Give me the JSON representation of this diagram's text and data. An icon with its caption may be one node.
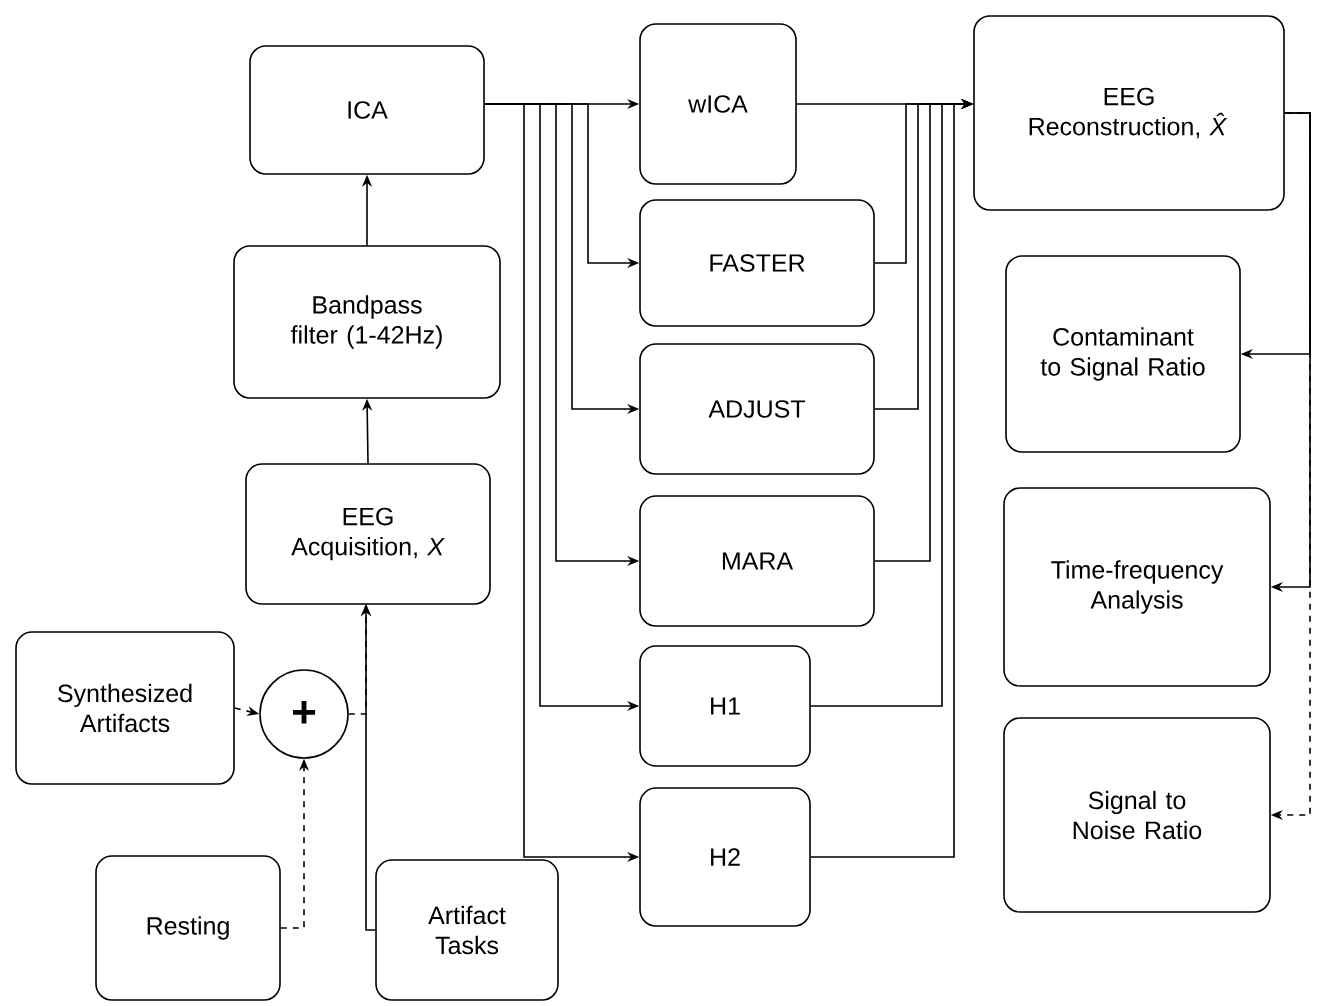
{
  "diagram": {
    "nodes": [
      {
        "text": [
          "ICA"
        ]
      },
      {
        "text": [
          "Bandpass filter (1-42Hz)"
        ]
      },
      {
        "text": [
          "EEG Acquisition, *X*"
        ]
      },
      {
        "text": [
          "Synthesized Artifacts"
        ]
      },
      {
        "text": [
          "+"
        ]
      },
      {
        "text": [
          "Resting"
        ]
      },
      {
        "text": [
          "Artifact Tasks"
        ]
      },
      {
        "text": [
          "wICA"
        ]
      },
      {
        "text": [
          "FASTER"
        ]
      },
      {
        "text": [
          "ADJUST"
        ]
      },
      {
        "text": [
          "MARA"
        ]
      },
      {
        "text": [
          "H1"
        ]
      },
      {
        "text": [
          "H2"
        ]
      },
      {
        "text": [
          "EEG Reconstruction, *X̂*"
        ]
      },
      {
        "text": [
          "Contaminant to Signal Ratio"
        ]
      },
      {
        "text": [
          "Time-frequency Analysis"
        ]
      },
      {
        "text": [
          "Signal to Noise Ratio"
        ]
      }
    ],
    "edges": [
      {
        "from": 2,
        "to": 1,
        "arrow": "to"
      },
      {
        "from": 1,
        "to": 0,
        "arrow": "to"
      },
      {
        "from": 3,
        "to": 4,
        "arrow": "to",
        "style": "dashed"
      },
      {
        "from": 5,
        "to": 4,
        "arrow": "to",
        "style": "dashed"
      },
      {
        "from": 4,
        "to": 2,
        "arrow": "to",
        "style": "dashed"
      },
      {
        "from": 6,
        "to": 2,
        "arrow": "to"
      },
      {
        "from": 0,
        "to": 7,
        "arrow": "to"
      },
      {
        "from": 0,
        "to": 8,
        "arrow": "to"
      },
      {
        "from": 0,
        "to": 9,
        "arrow": "to"
      },
      {
        "from": 0,
        "to": 10,
        "arrow": "to"
      },
      {
        "from": 0,
        "to": 11,
        "arrow": "to"
      },
      {
        "from": 0,
        "to": 12,
        "arrow": "to"
      },
      {
        "from": 7,
        "to": 13,
        "arrow": "to"
      },
      {
        "from": 8,
        "to": 13,
        "arrow": "to"
      },
      {
        "from": 9,
        "to": 13,
        "arrow": "to"
      },
      {
        "from": 10,
        "to": 13,
        "arrow": "to"
      },
      {
        "from": 11,
        "to": 13,
        "arrow": "to"
      },
      {
        "from": 12,
        "to": 13,
        "arrow": "to"
      },
      {
        "from": 13,
        "to": 14,
        "arrow": "to"
      },
      {
        "from": 13,
        "to": 15,
        "arrow": "to"
      },
      {
        "from": 13,
        "to": 16,
        "arrow": "to",
        "style": "dashed"
      }
    ]
  }
}
